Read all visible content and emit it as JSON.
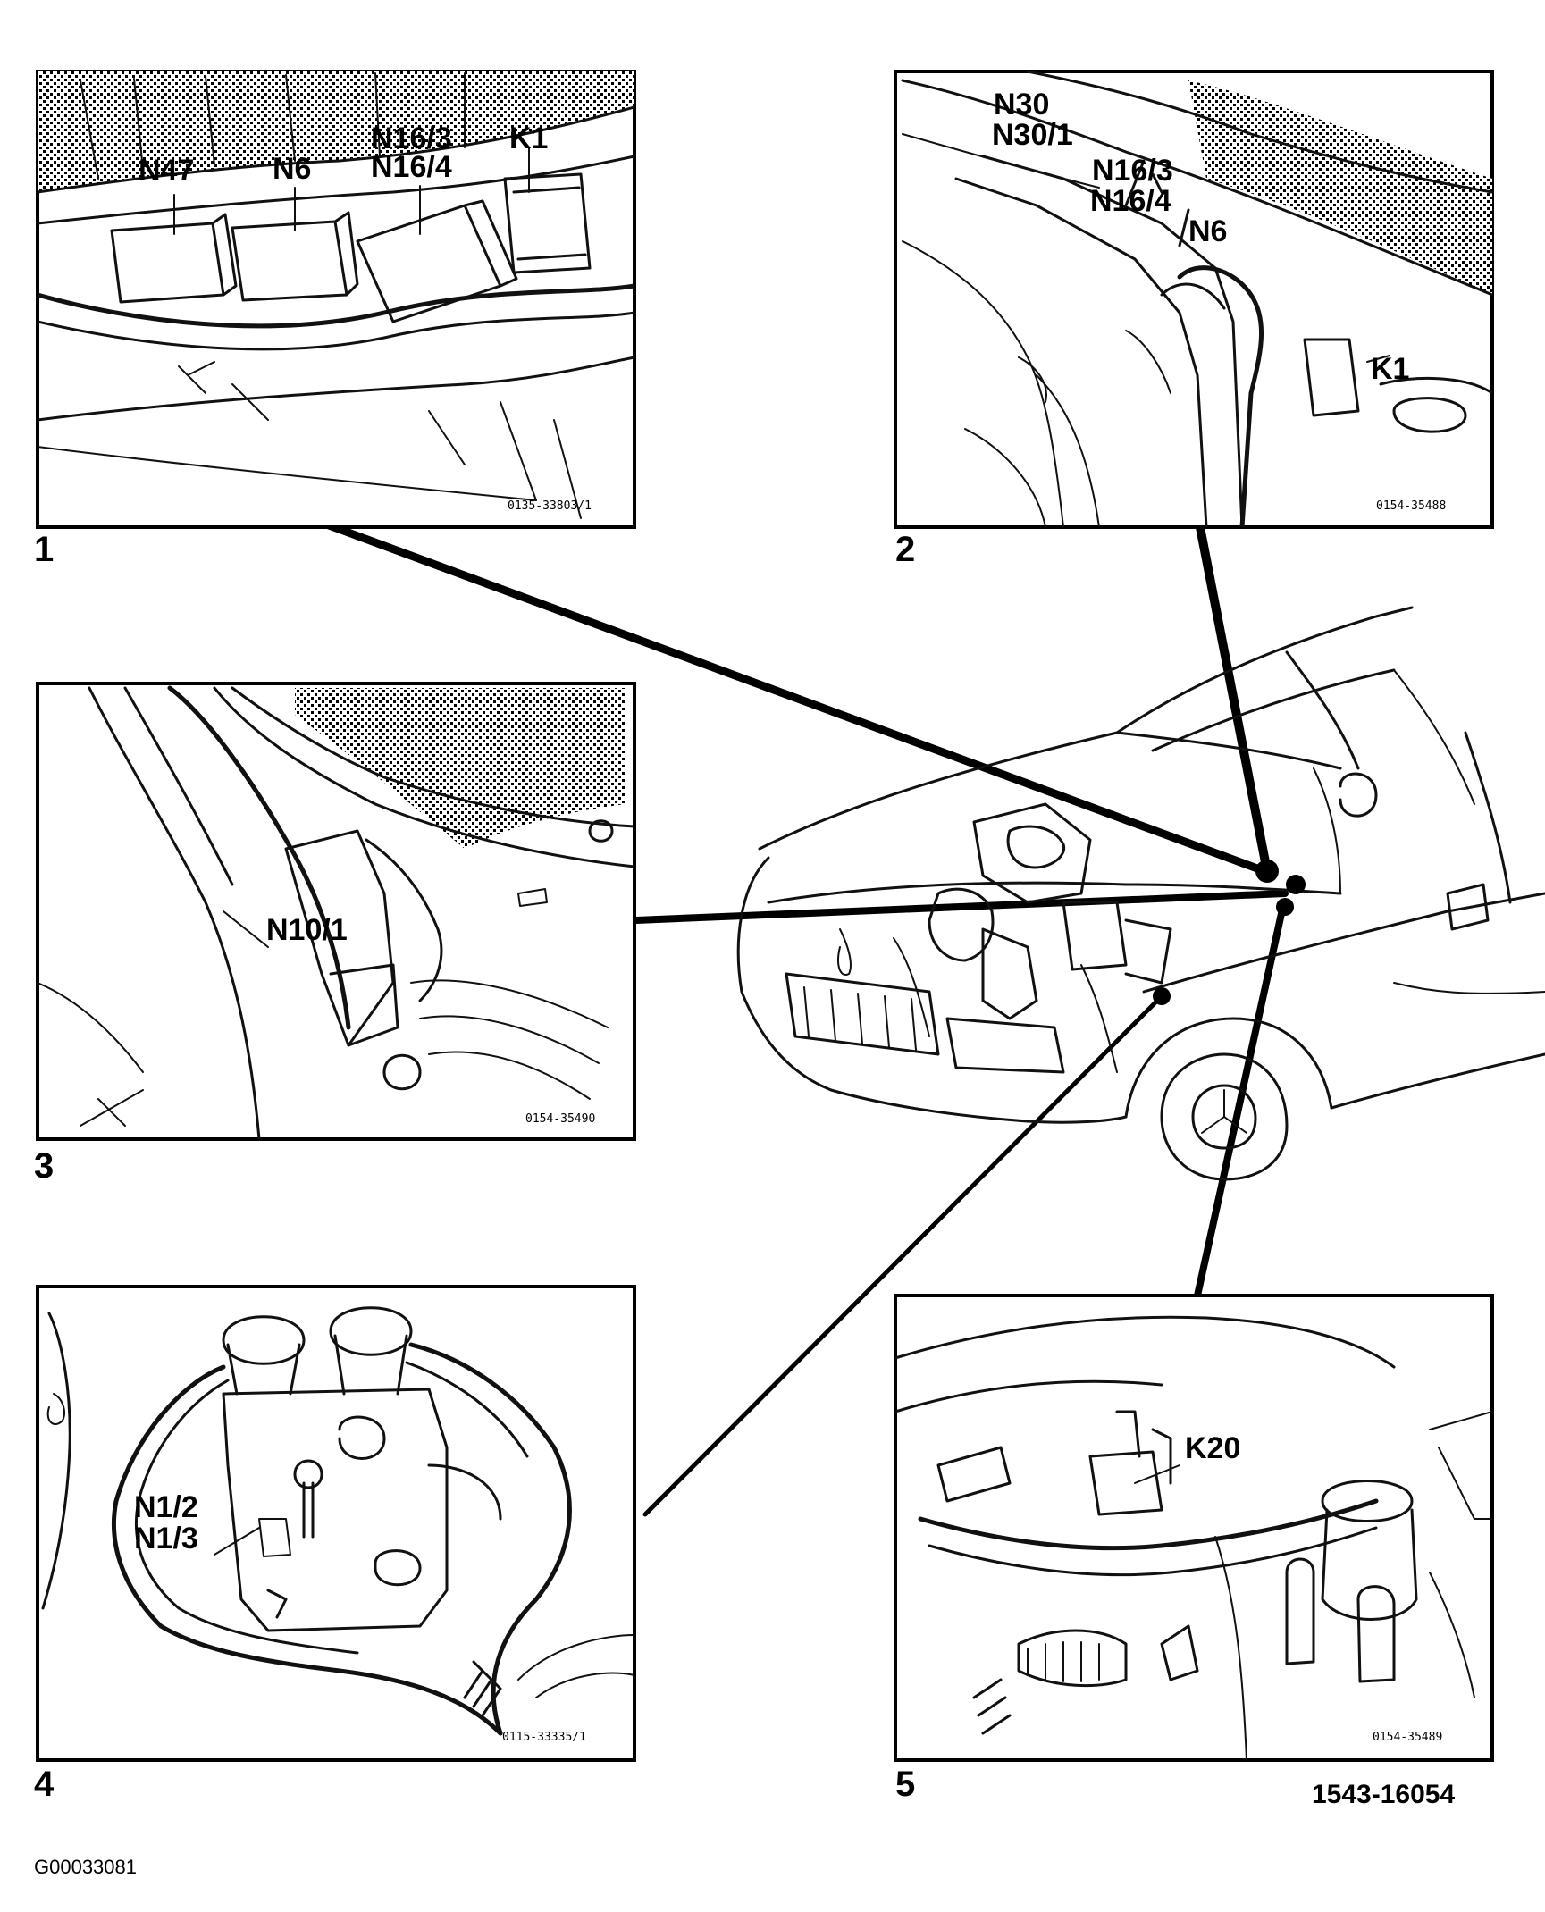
{
  "panels": [
    {
      "number": "1",
      "labels": [
        "N47",
        "N6",
        "N16/3",
        "N16/4",
        "K1"
      ],
      "ref": "0135-33803/1"
    },
    {
      "number": "2",
      "labels": [
        "N30",
        "N30/1",
        "N16/3",
        "N16/4",
        "N6",
        "K1"
      ],
      "ref": "0154-35488"
    },
    {
      "number": "3",
      "labels": [
        "N10/1"
      ],
      "ref": "0154-35490"
    },
    {
      "number": "4",
      "labels": [
        "N1/2",
        "N1/3"
      ],
      "ref": "0115-33335/1"
    },
    {
      "number": "5",
      "labels": [
        "K20"
      ],
      "ref": "0154-35489"
    }
  ],
  "figure_ref": "1543-16054",
  "image_id": "G00033081"
}
